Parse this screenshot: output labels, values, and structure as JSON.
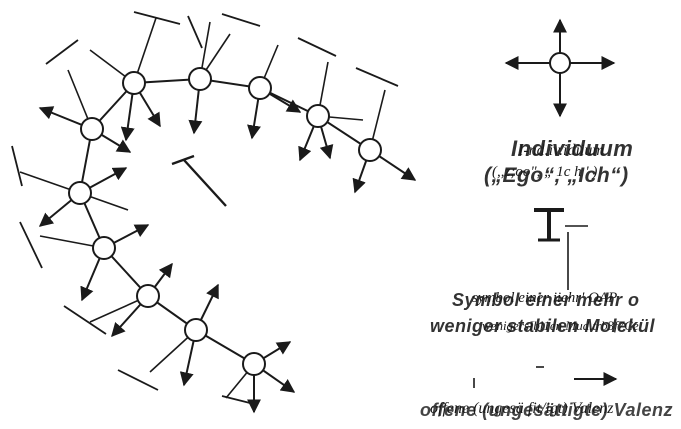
{
  "labels": {
    "individuum": "Individuum",
    "individuum_ocr": "I-nd.iv.idiium",
    "ego_ich": "(„Ego“, „Ich“)",
    "ego_ich_ocr": "(,,z;oo\", „ 1c h ' )",
    "symbol_line1": "Symbol einer mehr o",
    "symbol_line1_ocr": "symbol einer iiehr' OAP",
    "symbol_line2": "weniger stabilen Molekül",
    "symbol_line2_ocr": "wenigersIbl1en Mud.trb3f7Ce",
    "valenz": "offene (ungesättigte) Valenz",
    "valenz_ocr": "offene (ungesä fit/igt) Valenz"
  },
  "colors": {
    "ink": "#1a1a1a",
    "background": "#ffffff"
  }
}
